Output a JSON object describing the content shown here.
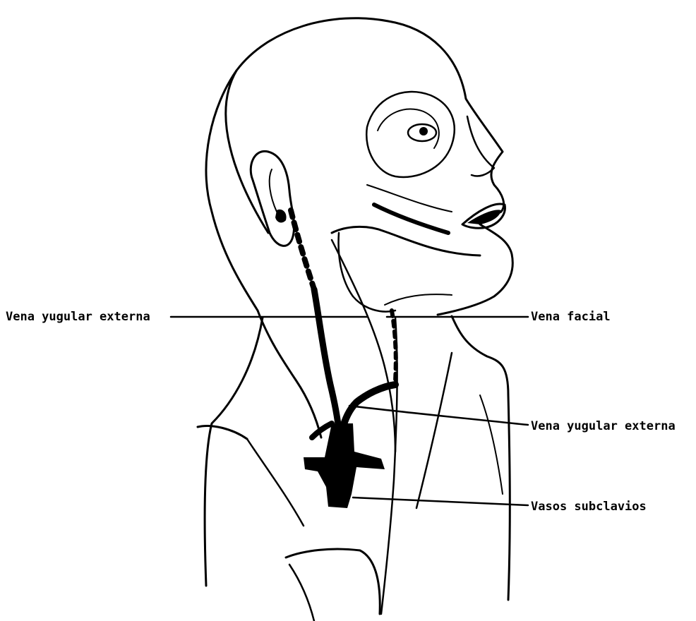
{
  "labels": {
    "external_jugular_left": "Vena yugular externa",
    "facial_vein": "Vena facial",
    "external_jugular_right": "Vena yugular externa",
    "subclavian_vessels": "Vasos subclavios"
  },
  "colors": {
    "ink": "#000000",
    "paper": "#ffffff"
  }
}
